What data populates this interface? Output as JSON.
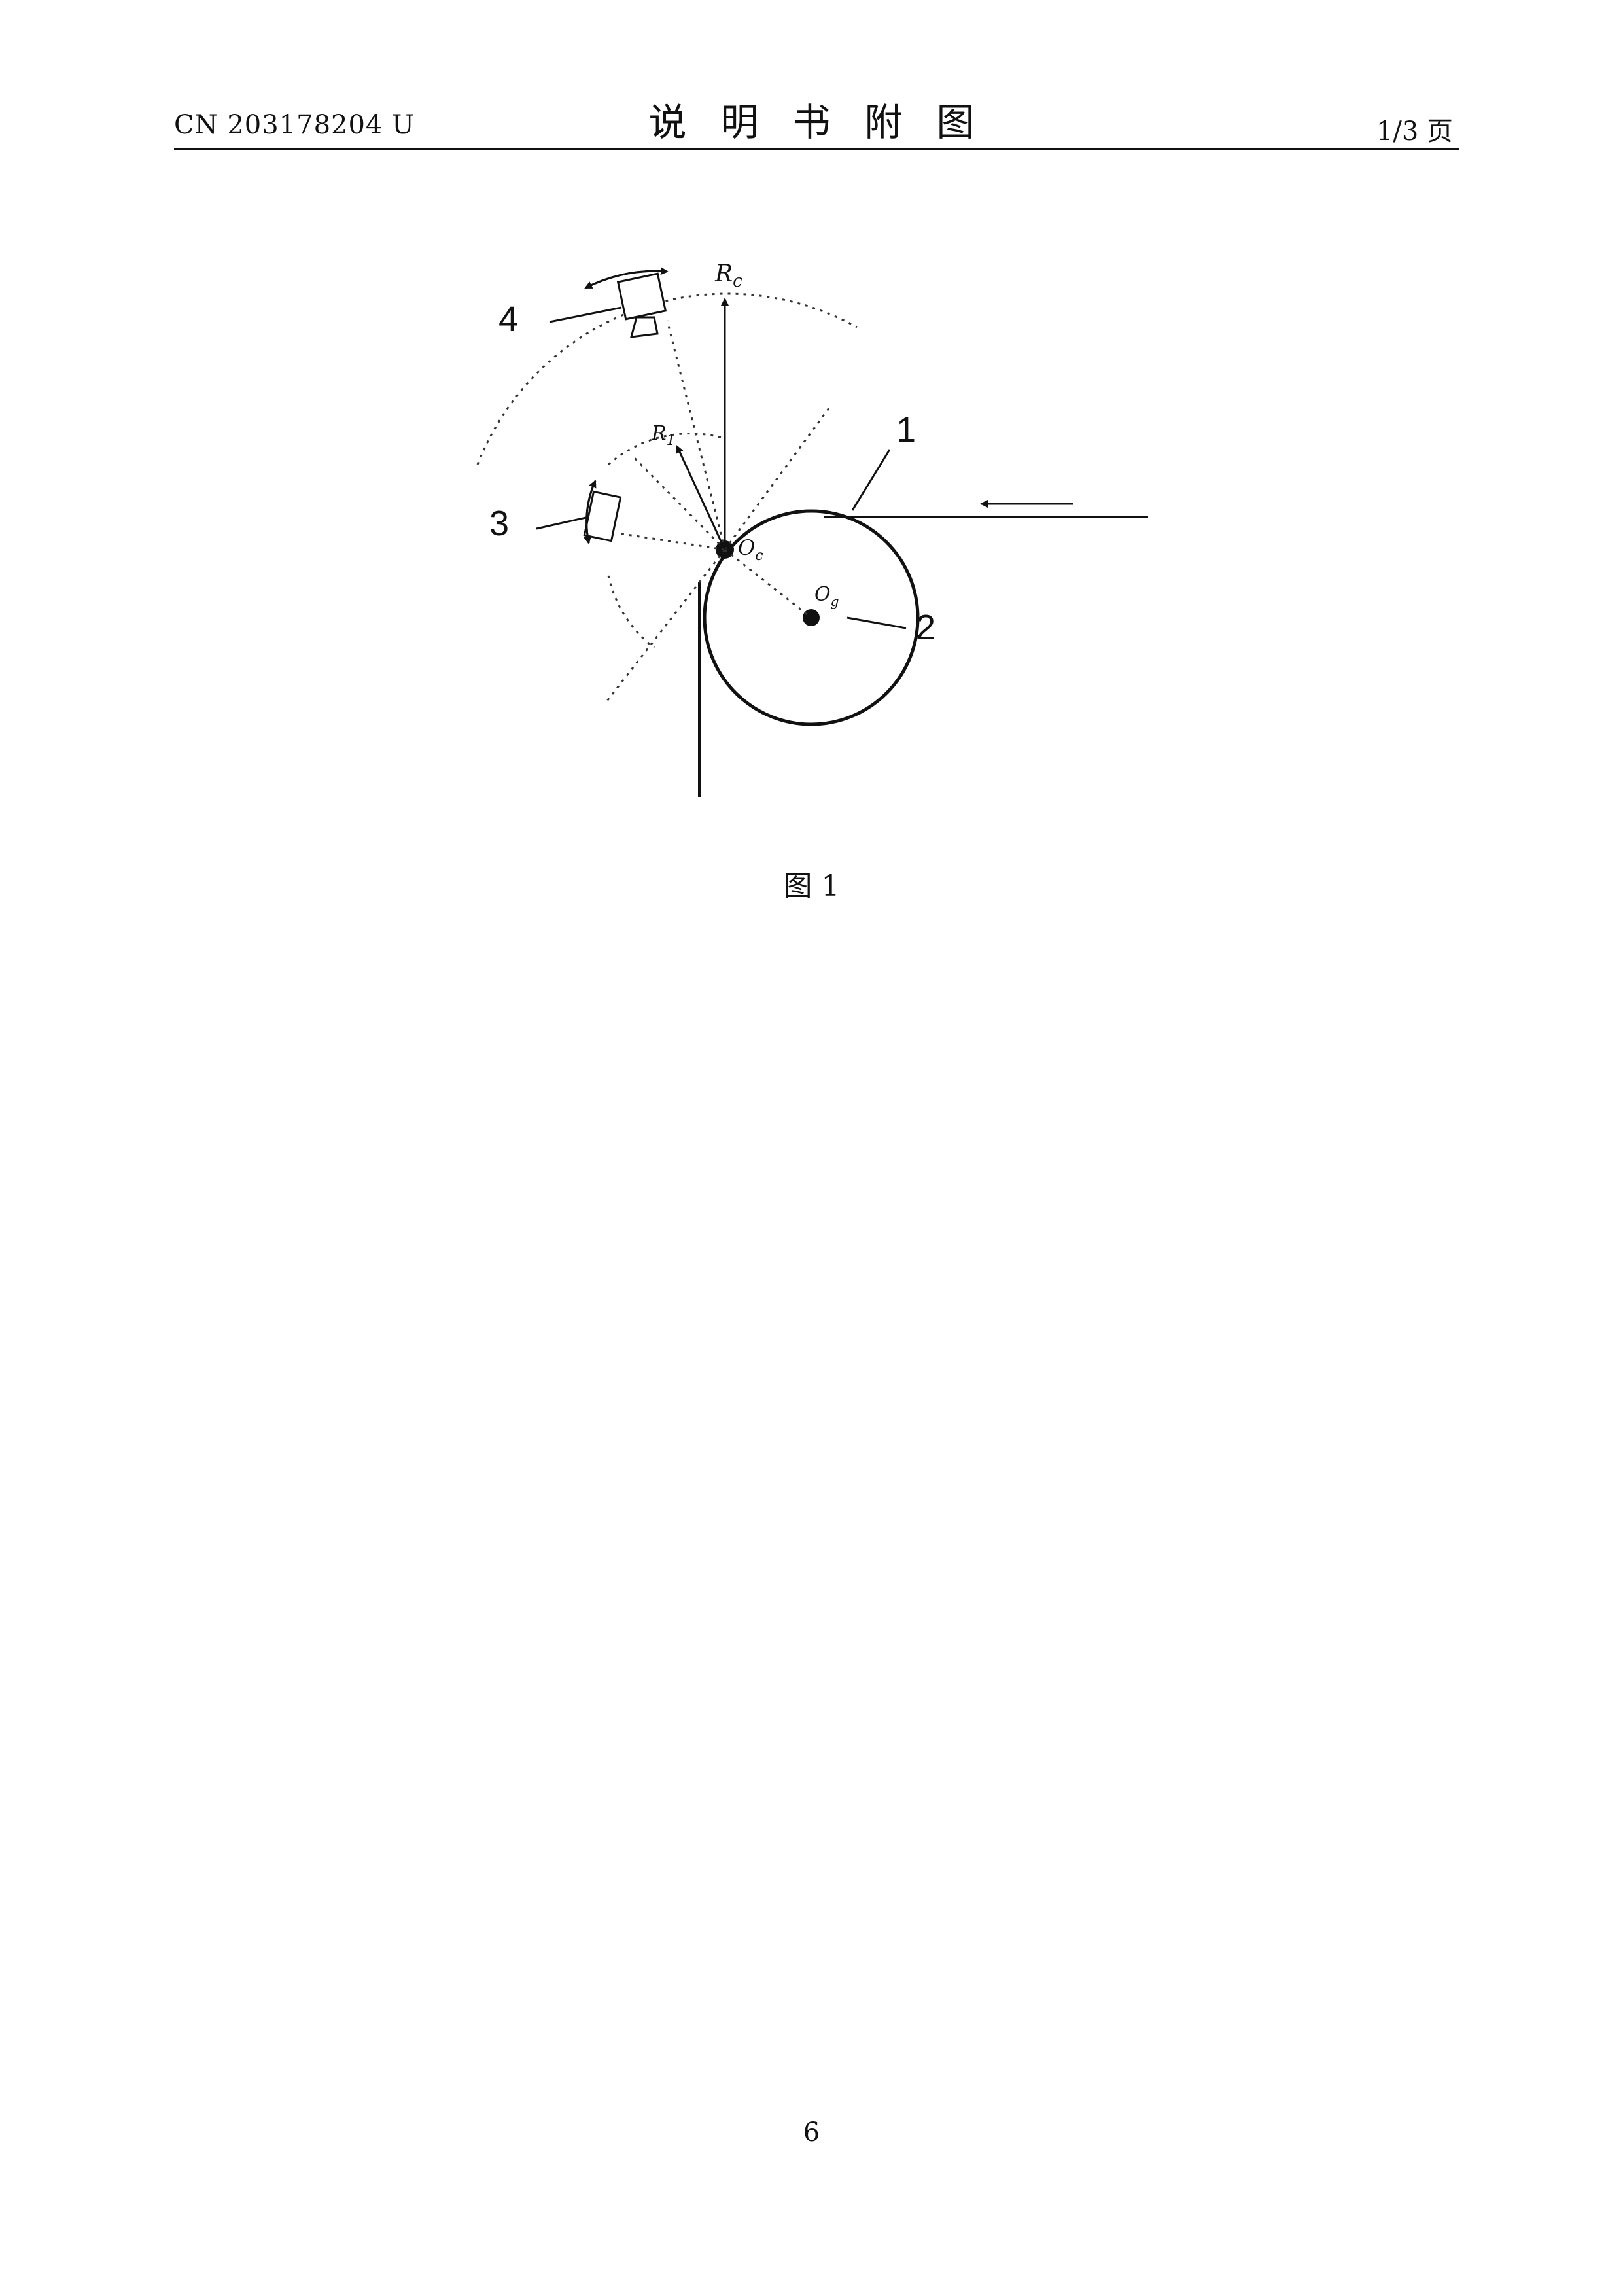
{
  "header": {
    "doc_number": "CN 203178204 U",
    "title": "说明书附图",
    "page_of": "1/3 页"
  },
  "figure": {
    "caption": "图 1",
    "labels": {
      "part1": "1",
      "part2": "2",
      "part3": "3",
      "part4": "4",
      "rc_main": "R",
      "rc_sub": "c",
      "r1_main": "R",
      "r1_sub": "1",
      "oc_main": "O",
      "oc_sub": "c",
      "og_main": "O",
      "og_sub": "g"
    }
  },
  "footer": {
    "page_number": "6"
  }
}
